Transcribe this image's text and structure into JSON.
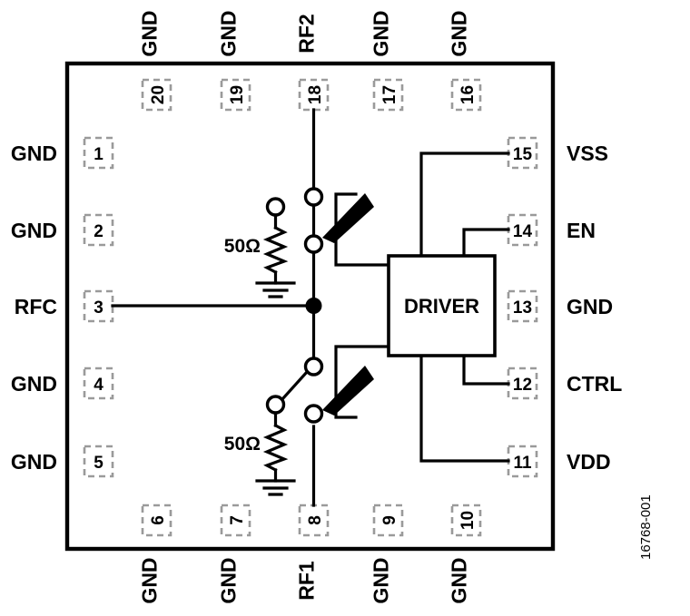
{
  "figure": {
    "id_label": "16768-001",
    "block_label": "DRIVER",
    "resistor_top_label": "50Ω",
    "resistor_bottom_label": "50Ω"
  },
  "pins": {
    "left": [
      {
        "number": "1",
        "name": "GND"
      },
      {
        "number": "2",
        "name": "GND"
      },
      {
        "number": "3",
        "name": "RFC"
      },
      {
        "number": "4",
        "name": "GND"
      },
      {
        "number": "5",
        "name": "GND"
      }
    ],
    "bottom": [
      {
        "number": "6",
        "name": "GND"
      },
      {
        "number": "7",
        "name": "GND"
      },
      {
        "number": "8",
        "name": "RF1"
      },
      {
        "number": "9",
        "name": "GND"
      },
      {
        "number": "10",
        "name": "GND"
      }
    ],
    "right": [
      {
        "number": "11",
        "name": "VDD"
      },
      {
        "number": "12",
        "name": "CTRL"
      },
      {
        "number": "13",
        "name": "GND"
      },
      {
        "number": "14",
        "name": "EN"
      },
      {
        "number": "15",
        "name": "VSS"
      }
    ],
    "top": [
      {
        "number": "16",
        "name": "GND"
      },
      {
        "number": "17",
        "name": "GND"
      },
      {
        "number": "18",
        "name": "RF2"
      },
      {
        "number": "19",
        "name": "GND"
      },
      {
        "number": "20",
        "name": "GND"
      }
    ]
  },
  "colors": {
    "line": "#000000",
    "pad_outline": "#9a9a9a",
    "background": "#ffffff"
  }
}
